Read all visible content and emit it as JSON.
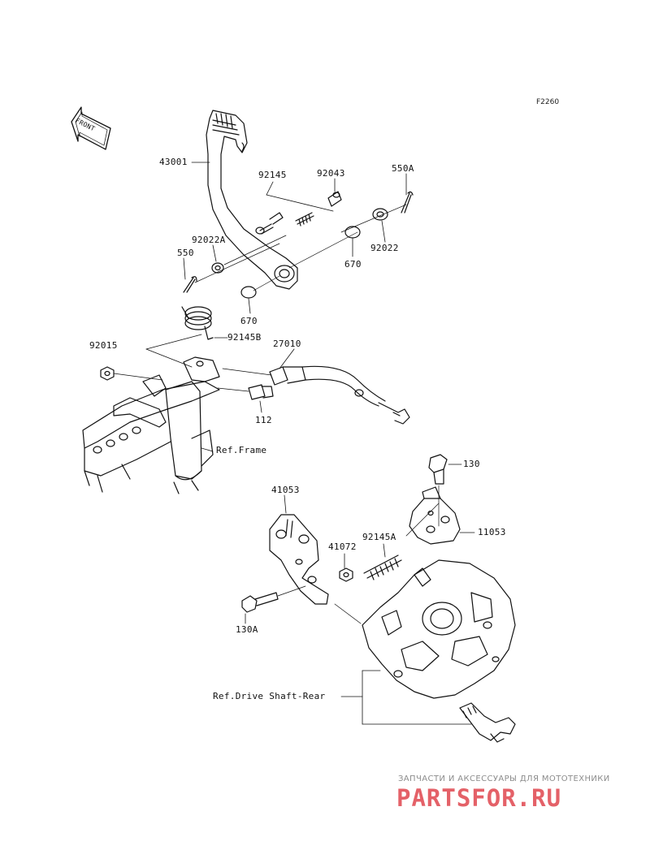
{
  "diagram": {
    "code": "F2260",
    "front_label": "FRONT",
    "parts": [
      {
        "ref": "43001"
      },
      {
        "ref": "92145"
      },
      {
        "ref": "92043"
      },
      {
        "ref": "550A"
      },
      {
        "ref": "92022A"
      },
      {
        "ref": "550"
      },
      {
        "ref": "670"
      },
      {
        "ref": "92022"
      },
      {
        "ref": "670"
      },
      {
        "ref": "92145B"
      },
      {
        "ref": "92015"
      },
      {
        "ref": "27010"
      },
      {
        "ref": "112"
      },
      {
        "ref": "130"
      },
      {
        "ref": "41053"
      },
      {
        "ref": "41072"
      },
      {
        "ref": "92145A"
      },
      {
        "ref": "11053"
      },
      {
        "ref": "130A"
      }
    ],
    "refs": {
      "frame": "Ref.Frame",
      "drive_shaft": "Ref.Drive Shaft-Rear"
    }
  },
  "watermark": {
    "tagline": "ЗАПЧАСТИ И АКСЕССУАРЫ ДЛЯ МОТОТЕХНИКИ",
    "logo": "PARTSFOR.RU"
  },
  "colors": {
    "line": "#111111",
    "watermark_red": "#e0464e",
    "watermark_gray": "#8c8c8c"
  }
}
